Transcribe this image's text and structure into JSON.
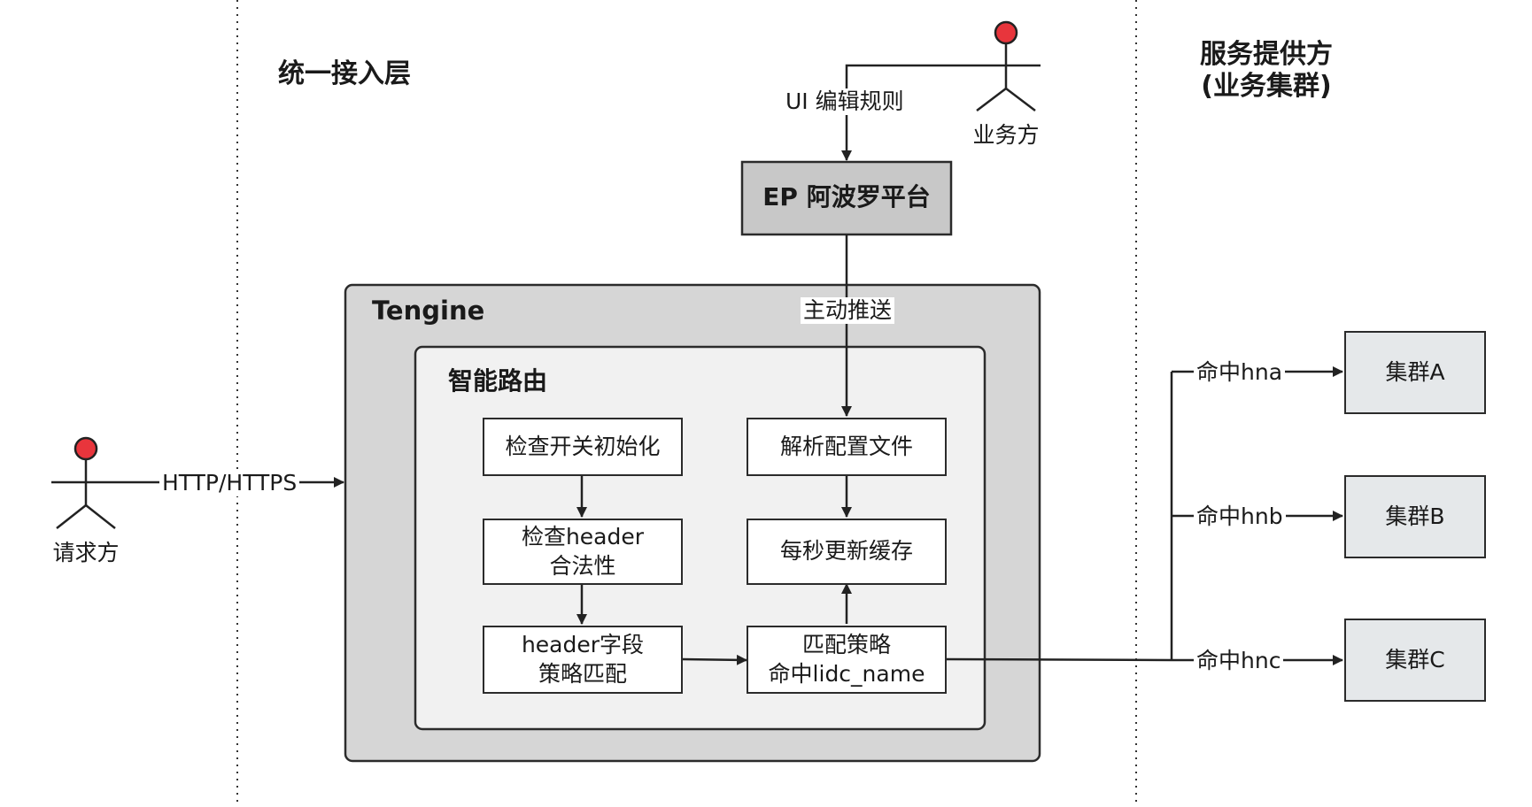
{
  "layers": {
    "access_layer": "统一接入层",
    "provider_line1": "服务提供方",
    "provider_line2": "(业务集群)"
  },
  "actors": {
    "requester": "请求方",
    "business": "业务方"
  },
  "edges": {
    "http": "HTTP/HTTPS",
    "ui_edit": "UI 编辑规则",
    "push": "主动推送",
    "hit_hna": "命中hna",
    "hit_hnb": "命中hnb",
    "hit_hnc": "命中hnc"
  },
  "containers": {
    "ep_platform": "EP 阿波罗平台",
    "tengine": "Tengine",
    "smart_routing": "智能路由"
  },
  "steps": {
    "check_switch": "检查开关初始化",
    "check_header": "检查header\n合法性",
    "header_match": "header字段\n策略匹配",
    "parse_config": "解析配置文件",
    "refresh_cache": "每秒更新缓存",
    "match_policy": "匹配策略\n命中lidc_name"
  },
  "clusters": {
    "a": "集群A",
    "b": "集群B",
    "c": "集群C"
  },
  "colors": {
    "actor_head": "#e8353c",
    "ep_fill": "#c8c8c8",
    "tengine_fill": "#d6d6d6",
    "routing_fill": "#f1f1f1",
    "cluster_fill": "#e5e8ea"
  }
}
